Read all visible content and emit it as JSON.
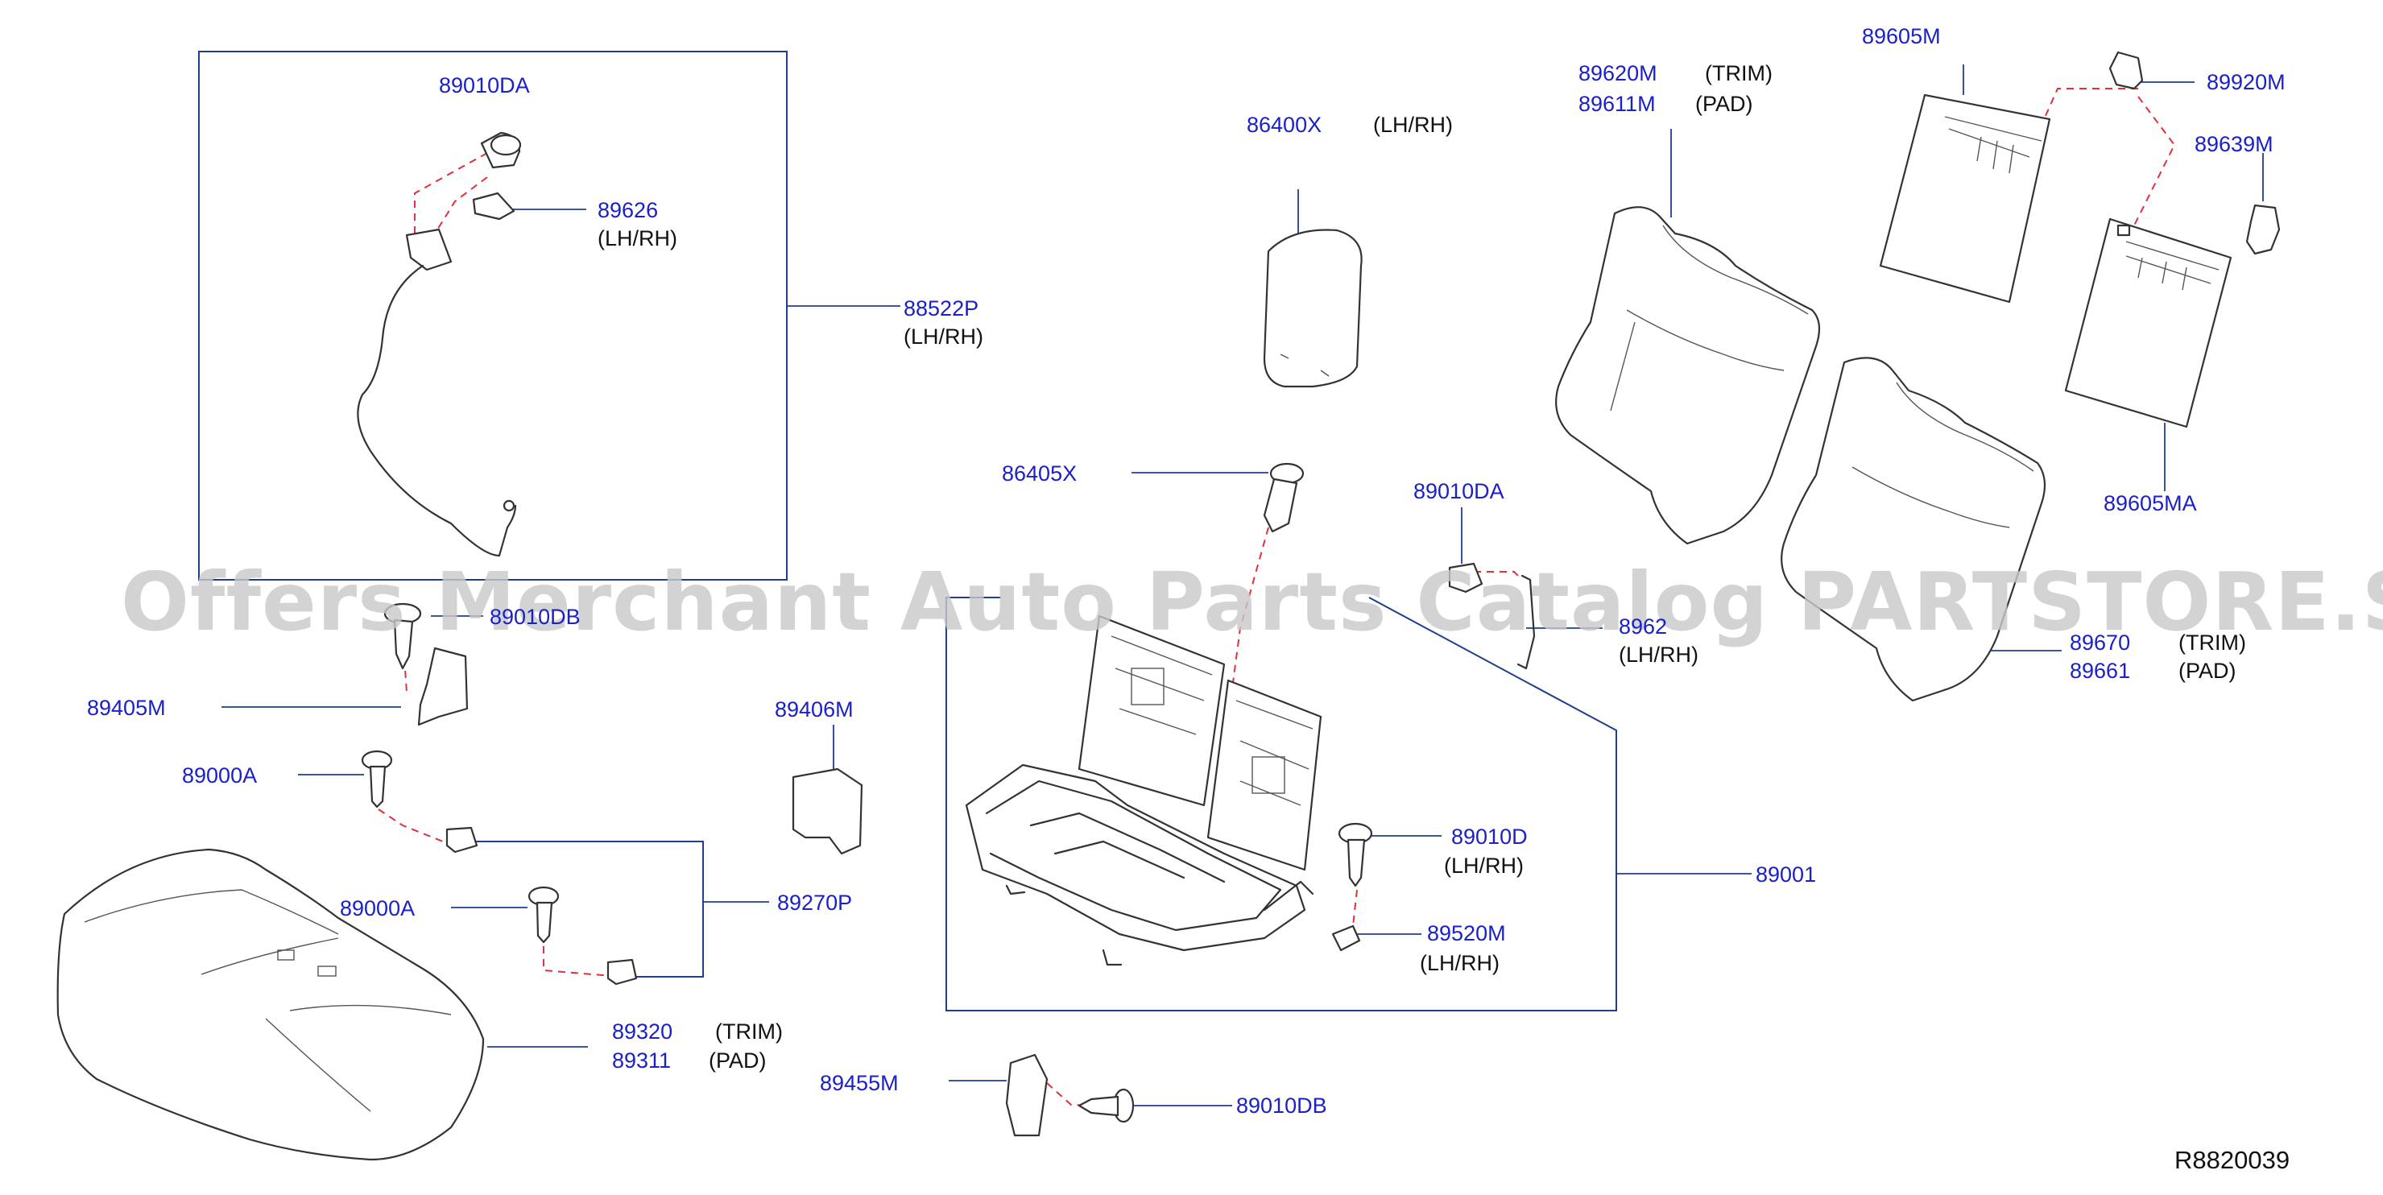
{
  "watermark": "Offers Merchant Auto Parts Catalog PARTSTORE.SA",
  "diagram_code": "R8820039",
  "parts": {
    "p89010DA_top": "89010DA",
    "p89626": "89626",
    "p88522P": "88522P",
    "p86400X": "86400X",
    "p89620M": "89620M",
    "p89611M": "89611M",
    "p89605M": "89605M",
    "p89920M": "89920M",
    "p89639M": "89639M",
    "p89605MA": "89605MA",
    "p86405X": "86405X",
    "p89010DA_mid": "89010DA",
    "p89621_partial": "8962",
    "p89670_partial": "89670",
    "p89661": "89661",
    "p89010DB_top": "89010DB",
    "p89405M": "89405M",
    "p89406M": "89406M",
    "p89000A_1": "89000A",
    "p89000A_2": "89000A",
    "p89270P": "89270P",
    "p89010D": "89010D",
    "p89001": "89001",
    "p89520M": "89520M",
    "p89320": "89320",
    "p89311": "89311",
    "p89455M": "89455M",
    "p89010DB_bottom": "89010DB"
  },
  "notes": {
    "lhrh": "(LH/RH)",
    "trim": "(TRIM)",
    "pad": "(PAD)"
  }
}
